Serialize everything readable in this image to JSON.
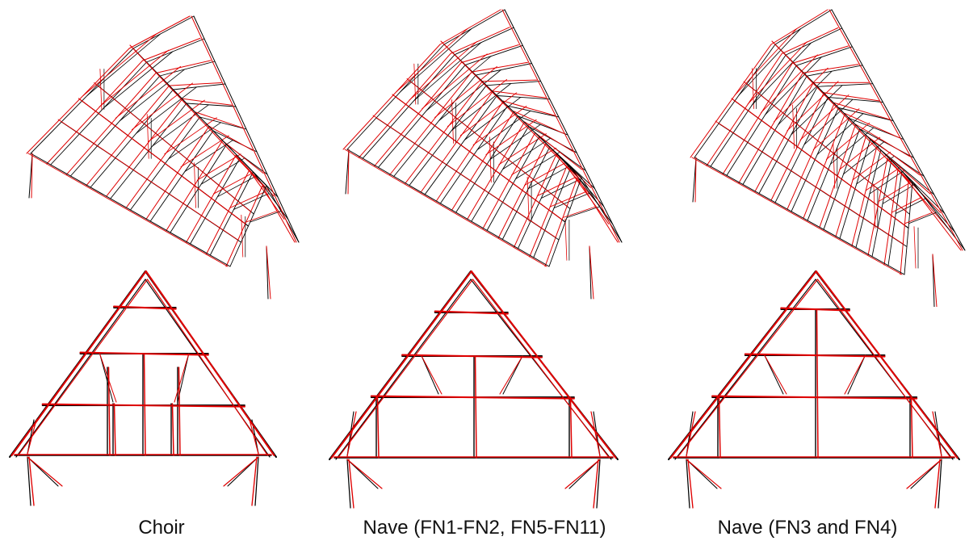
{
  "figure": {
    "panels": [
      {
        "caption": "Choir"
      },
      {
        "caption": "Nave (FN1-FN2, FN5-FN11)"
      },
      {
        "caption": "Nave (FN3 and FN4)"
      }
    ],
    "colors": {
      "reference": "#000000",
      "deformed": "#e00000"
    }
  }
}
